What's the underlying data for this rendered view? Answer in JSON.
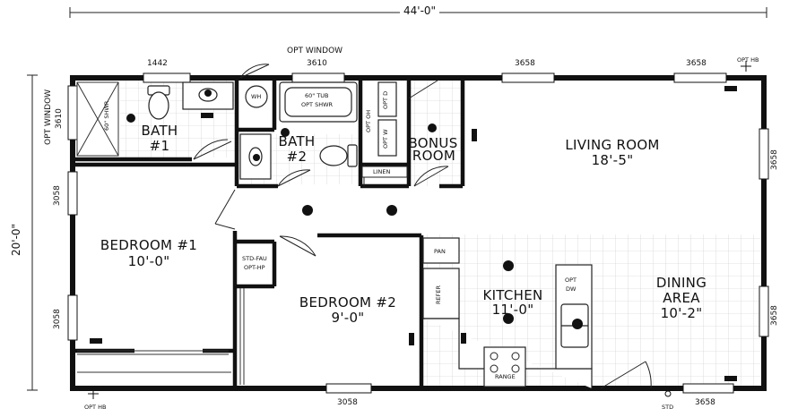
{
  "dimensions": {
    "overall_width": "44'-0\"",
    "overall_depth": "20'-0\""
  },
  "rooms": {
    "bath1": {
      "name": "BATH",
      "number": "#1"
    },
    "bath2": {
      "name": "BATH",
      "number": "#2"
    },
    "bonus": {
      "name": "BONUS",
      "name2": "ROOM"
    },
    "living": {
      "name": "LIVING ROOM",
      "size": "18'-5\""
    },
    "bedroom1": {
      "name": "BEDROOM #1",
      "size": "10'-0\""
    },
    "bedroom2": {
      "name": "BEDROOM #2",
      "size": "9'-0\""
    },
    "kitchen": {
      "name": "KITCHEN",
      "size": "11'-0\""
    },
    "dining": {
      "name": "DINING",
      "name2": "AREA",
      "size": "10'-2\""
    }
  },
  "windows": {
    "bath1_top": "1442",
    "opt_window_top_label": "OPT WINDOW",
    "opt_window_top_size": "3610",
    "living_top_left": "3658",
    "living_top_right": "3658",
    "opt_window_left_label": "OPT WINDOW",
    "opt_window_left_size": "3610",
    "left_upper": "3058",
    "left_lower": "3058",
    "right_upper": "3658",
    "right_lower": "3658",
    "bottom_bedroom2": "3058",
    "bottom_dining": "3658"
  },
  "fixtures": {
    "shower": "60\" SHWR",
    "water_heater": "WH",
    "tub_line1": "60\" TUB",
    "tub_line2": "OPT SHWR",
    "opt_d": "OPT D",
    "opt_w": "OPT W",
    "opt_oh": "OPT OH",
    "linen": "LINEN",
    "furnace_line1": "STD-FAU",
    "furnace_line2": "OPT-HP",
    "pantry": "PAN",
    "refer": "REFER",
    "range": "RANGE",
    "opt_dw_line1": "OPT",
    "opt_dw_line2": "DW"
  },
  "hose_bibs": {
    "top_right": "OPT HB",
    "bottom_left": "OPT HB",
    "bottom_std": "STD"
  }
}
